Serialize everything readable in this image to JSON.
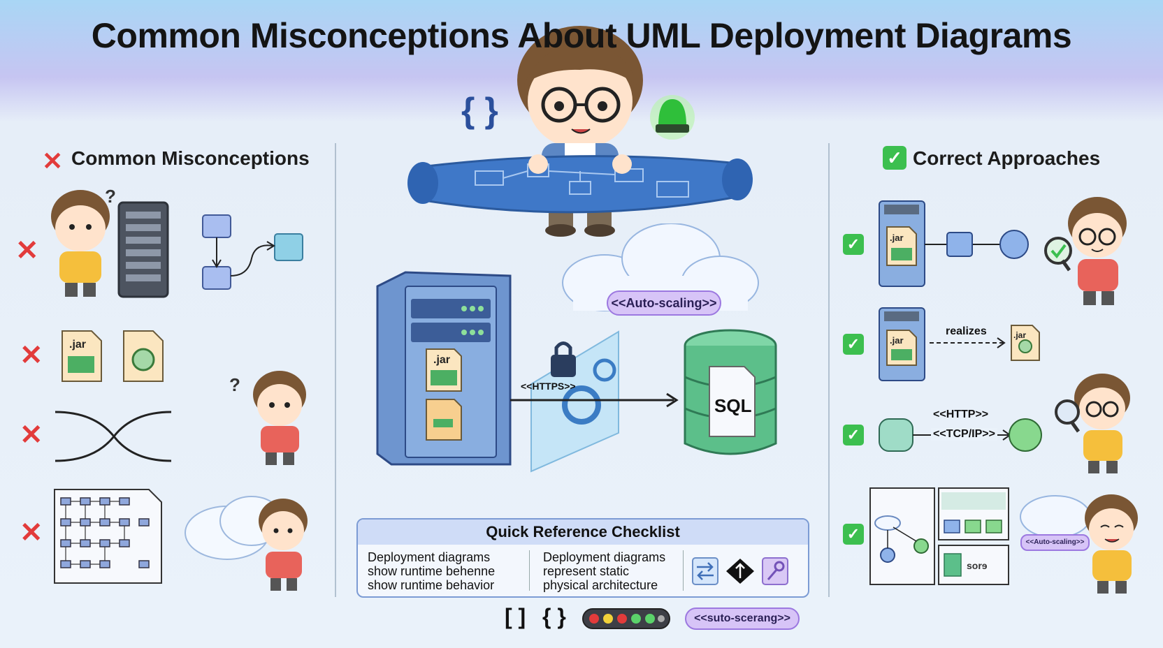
{
  "title": "Common Misconceptions About UML Deployment Diagrams",
  "left_header": "Common Misconceptions",
  "right_header": "Correct Approaches",
  "center": {
    "https_label": "<<HTTPS>>",
    "autoscaling_label": "<<Auto-scaling>>",
    "db_label": "SQL",
    "jar_label": ".jar"
  },
  "right": {
    "realizes_label": "realizes",
    "http_label": "<<HTTP>>",
    "tcpip_label": "<<TCP/IP>>",
    "autoscaling_small": "<<Auto-scaling>>",
    "store_label": "sorɘ"
  },
  "checklist": {
    "title": "Quick Reference Checklist",
    "col1_lines": [
      "Deployment diagrams",
      "show runtime behenne",
      "show runtime behavior"
    ],
    "col2_lines": [
      "Deployment diagrams",
      "represent static",
      "physical architecture"
    ]
  },
  "footer": {
    "brackets": "[ ]",
    "braces": "{ }",
    "pill_label": "<<suto-scerang>>"
  },
  "decor": {
    "braces": "{ }",
    "question": "?"
  },
  "colors": {
    "wrong": "#e23b3b",
    "right": "#3cbf4f",
    "accent_blue": "#6f98d8",
    "db_green": "#5cbf8a",
    "pill_purple": "#d7c4f7"
  }
}
